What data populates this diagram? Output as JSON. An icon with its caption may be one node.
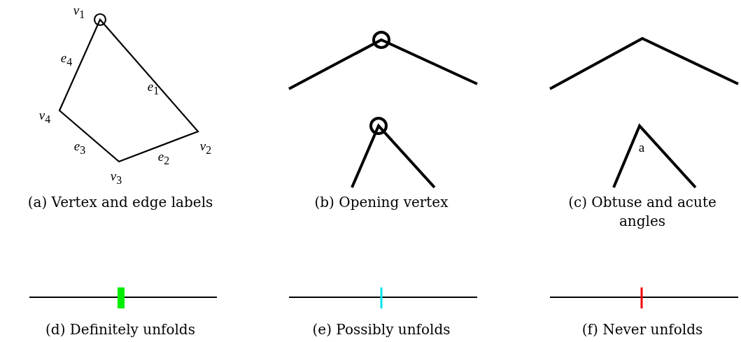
{
  "diagram": {
    "labels": [
      "*v*$_{1}$",
      "*e*$_{4}$",
      "*e*$_{1}$",
      "*v*$_{4}$",
      "*e*$_{3}$",
      "*v*$_{2}$",
      "*v*$_{3}$",
      "*e*$_{2}$",
      "a",
      "(a) Vertex and edge labels",
      "(b) Opening vertex",
      "(c) Obtuse and acute angles",
      "(d) Definitely unfolds",
      "(e) Possibly unfolds",
      "(f) Never unfolds"
    ]
  }
}
